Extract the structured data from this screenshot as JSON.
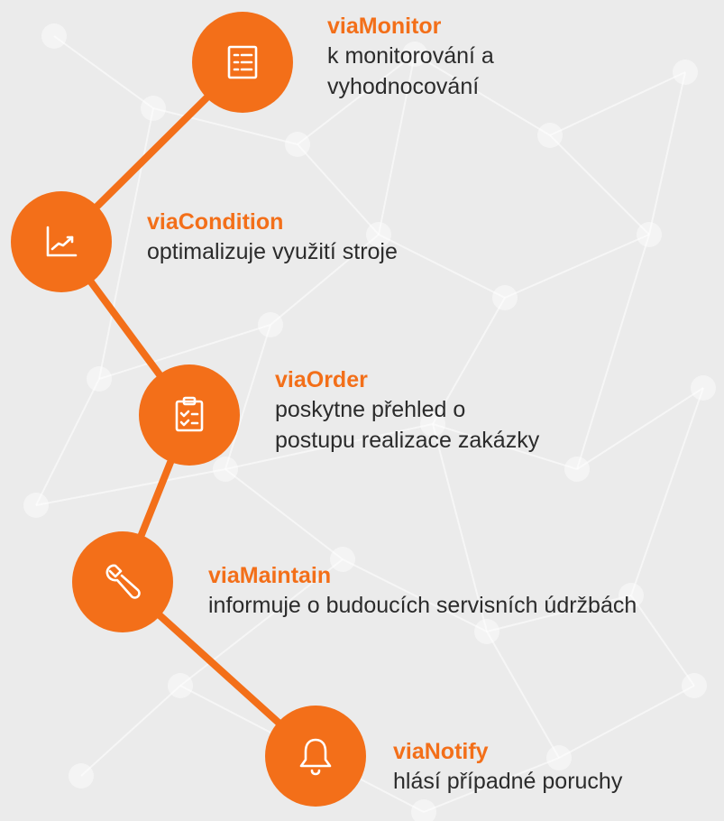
{
  "colors": {
    "accent": "#f36f19",
    "text": "#2b2b2b",
    "background": "#ebebeb"
  },
  "steps": [
    {
      "name": "viaMonitor",
      "description_lines": [
        "k monitorování a",
        "vyhodnocování"
      ],
      "icon": "list-icon"
    },
    {
      "name": "viaCondition",
      "description_lines": [
        "optimalizuje využití stroje"
      ],
      "icon": "trend-chart-icon"
    },
    {
      "name": "viaOrder",
      "description_lines": [
        "poskytne přehled o",
        "postupu realizace zakázky"
      ],
      "icon": "clipboard-checklist-icon"
    },
    {
      "name": "viaMaintain",
      "description_lines": [
        "informuje o budoucích servisních údržbách"
      ],
      "icon": "wrench-icon"
    },
    {
      "name": "viaNotify",
      "description_lines": [
        "hlásí případné poruchy"
      ],
      "icon": "bell-icon"
    }
  ]
}
